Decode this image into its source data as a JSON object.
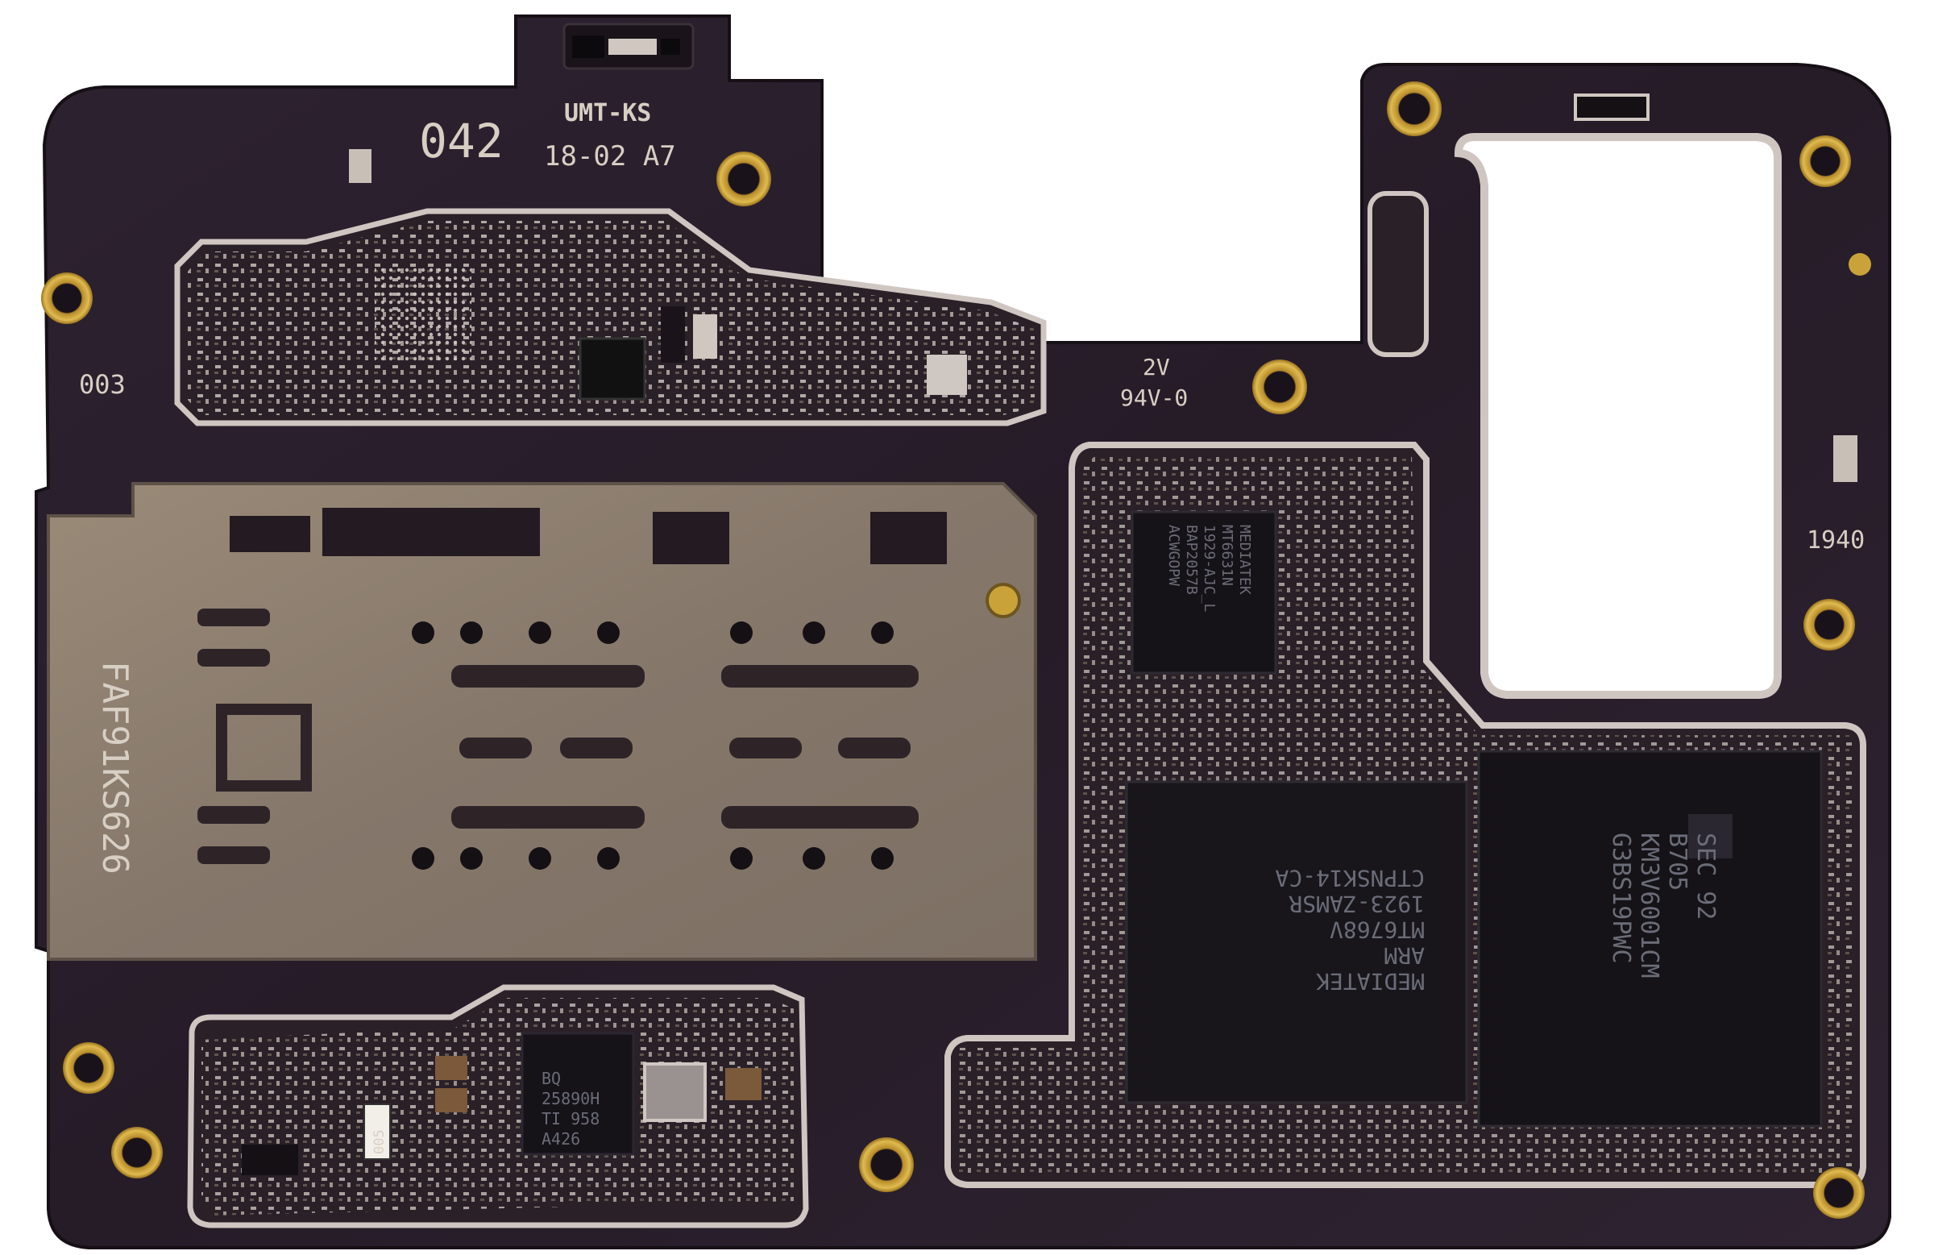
{
  "board": {
    "silkscreen": {
      "top_number": "042",
      "maker_line1": "UMT-KS",
      "maker_line2": "18-02 A7",
      "left_code": "003",
      "voltage": "2V",
      "flammability": "94V-0",
      "date_code": "1940",
      "sim_tray_code": "FAF91KS626",
      "resistor_label": "005"
    },
    "chips": {
      "wifi_ic": [
        "MEDIATEK",
        "MT6631N",
        "1929-AJC_L",
        "BAP2057B",
        "ACWGOPW"
      ],
      "soc": [
        "MEDIATEK",
        "ARM",
        "MT6768V",
        "1923-ZAMSR",
        "CTPNSK14-CA"
      ],
      "memory": [
        "SEC 92",
        "B705",
        "KM3V6001CM",
        "G3BS19PWC"
      ],
      "charger": [
        "BQ",
        "25890H",
        "TI 958",
        "A426"
      ]
    },
    "colors": {
      "pcb": "#2a1f2a",
      "pcb_edge": "#1c141c",
      "shield_trace": "#cfc6c2",
      "sim_tray": "#8e7f6f",
      "gold_pad": "#c9a23a",
      "chip": "#1a1a1f"
    }
  }
}
